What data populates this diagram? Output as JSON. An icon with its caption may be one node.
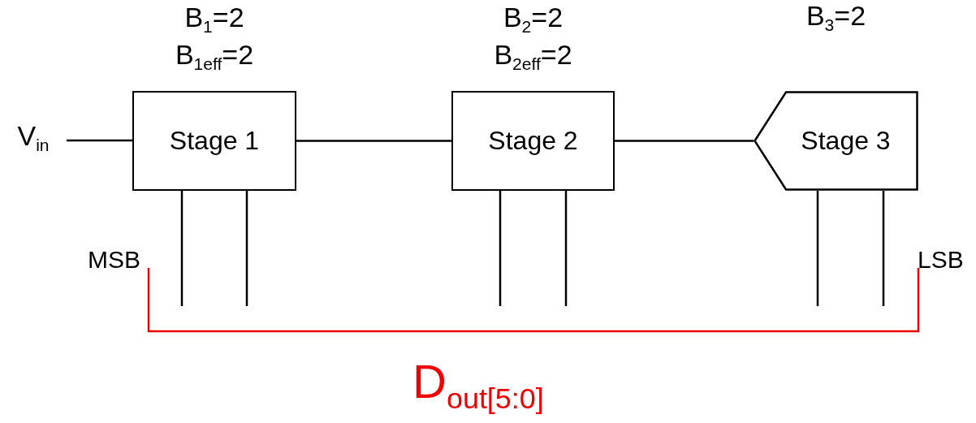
{
  "diagram": {
    "nodes": [
      {
        "text": [
          "V$_{in}$"
        ]
      },
      {
        "text": [
          "Stage 1"
        ],
        "beside": [
          "B$_{1}$=2",
          "B$_{1eff}$=2"
        ]
      },
      {
        "text": [
          "Stage 2"
        ],
        "beside": [
          "B$_{2}$=2",
          "B$_{2eff}$=2"
        ]
      },
      {
        "text": [
          "Stage 3"
        ],
        "beside": [
          "B$_{3}$=2"
        ]
      }
    ],
    "edges": [
      {
        "from": 0,
        "to": 1,
        "arrow": "none"
      },
      {
        "from": 1,
        "to": 2,
        "arrow": "none"
      },
      {
        "from": 2,
        "to": 3,
        "arrow": "none"
      },
      {
        "from": 1,
        "to": null,
        "arrow": "none"
      },
      {
        "from": 1,
        "to": null,
        "arrow": "none"
      },
      {
        "from": 2,
        "to": null,
        "arrow": "none"
      },
      {
        "from": 2,
        "to": null,
        "arrow": "none"
      },
      {
        "from": 3,
        "to": null,
        "arrow": "none"
      },
      {
        "from": 3,
        "to": null,
        "arrow": "none"
      }
    ],
    "labels": [
      "MSB",
      "LSB",
      "D$_{out[5:0]}$"
    ]
  }
}
